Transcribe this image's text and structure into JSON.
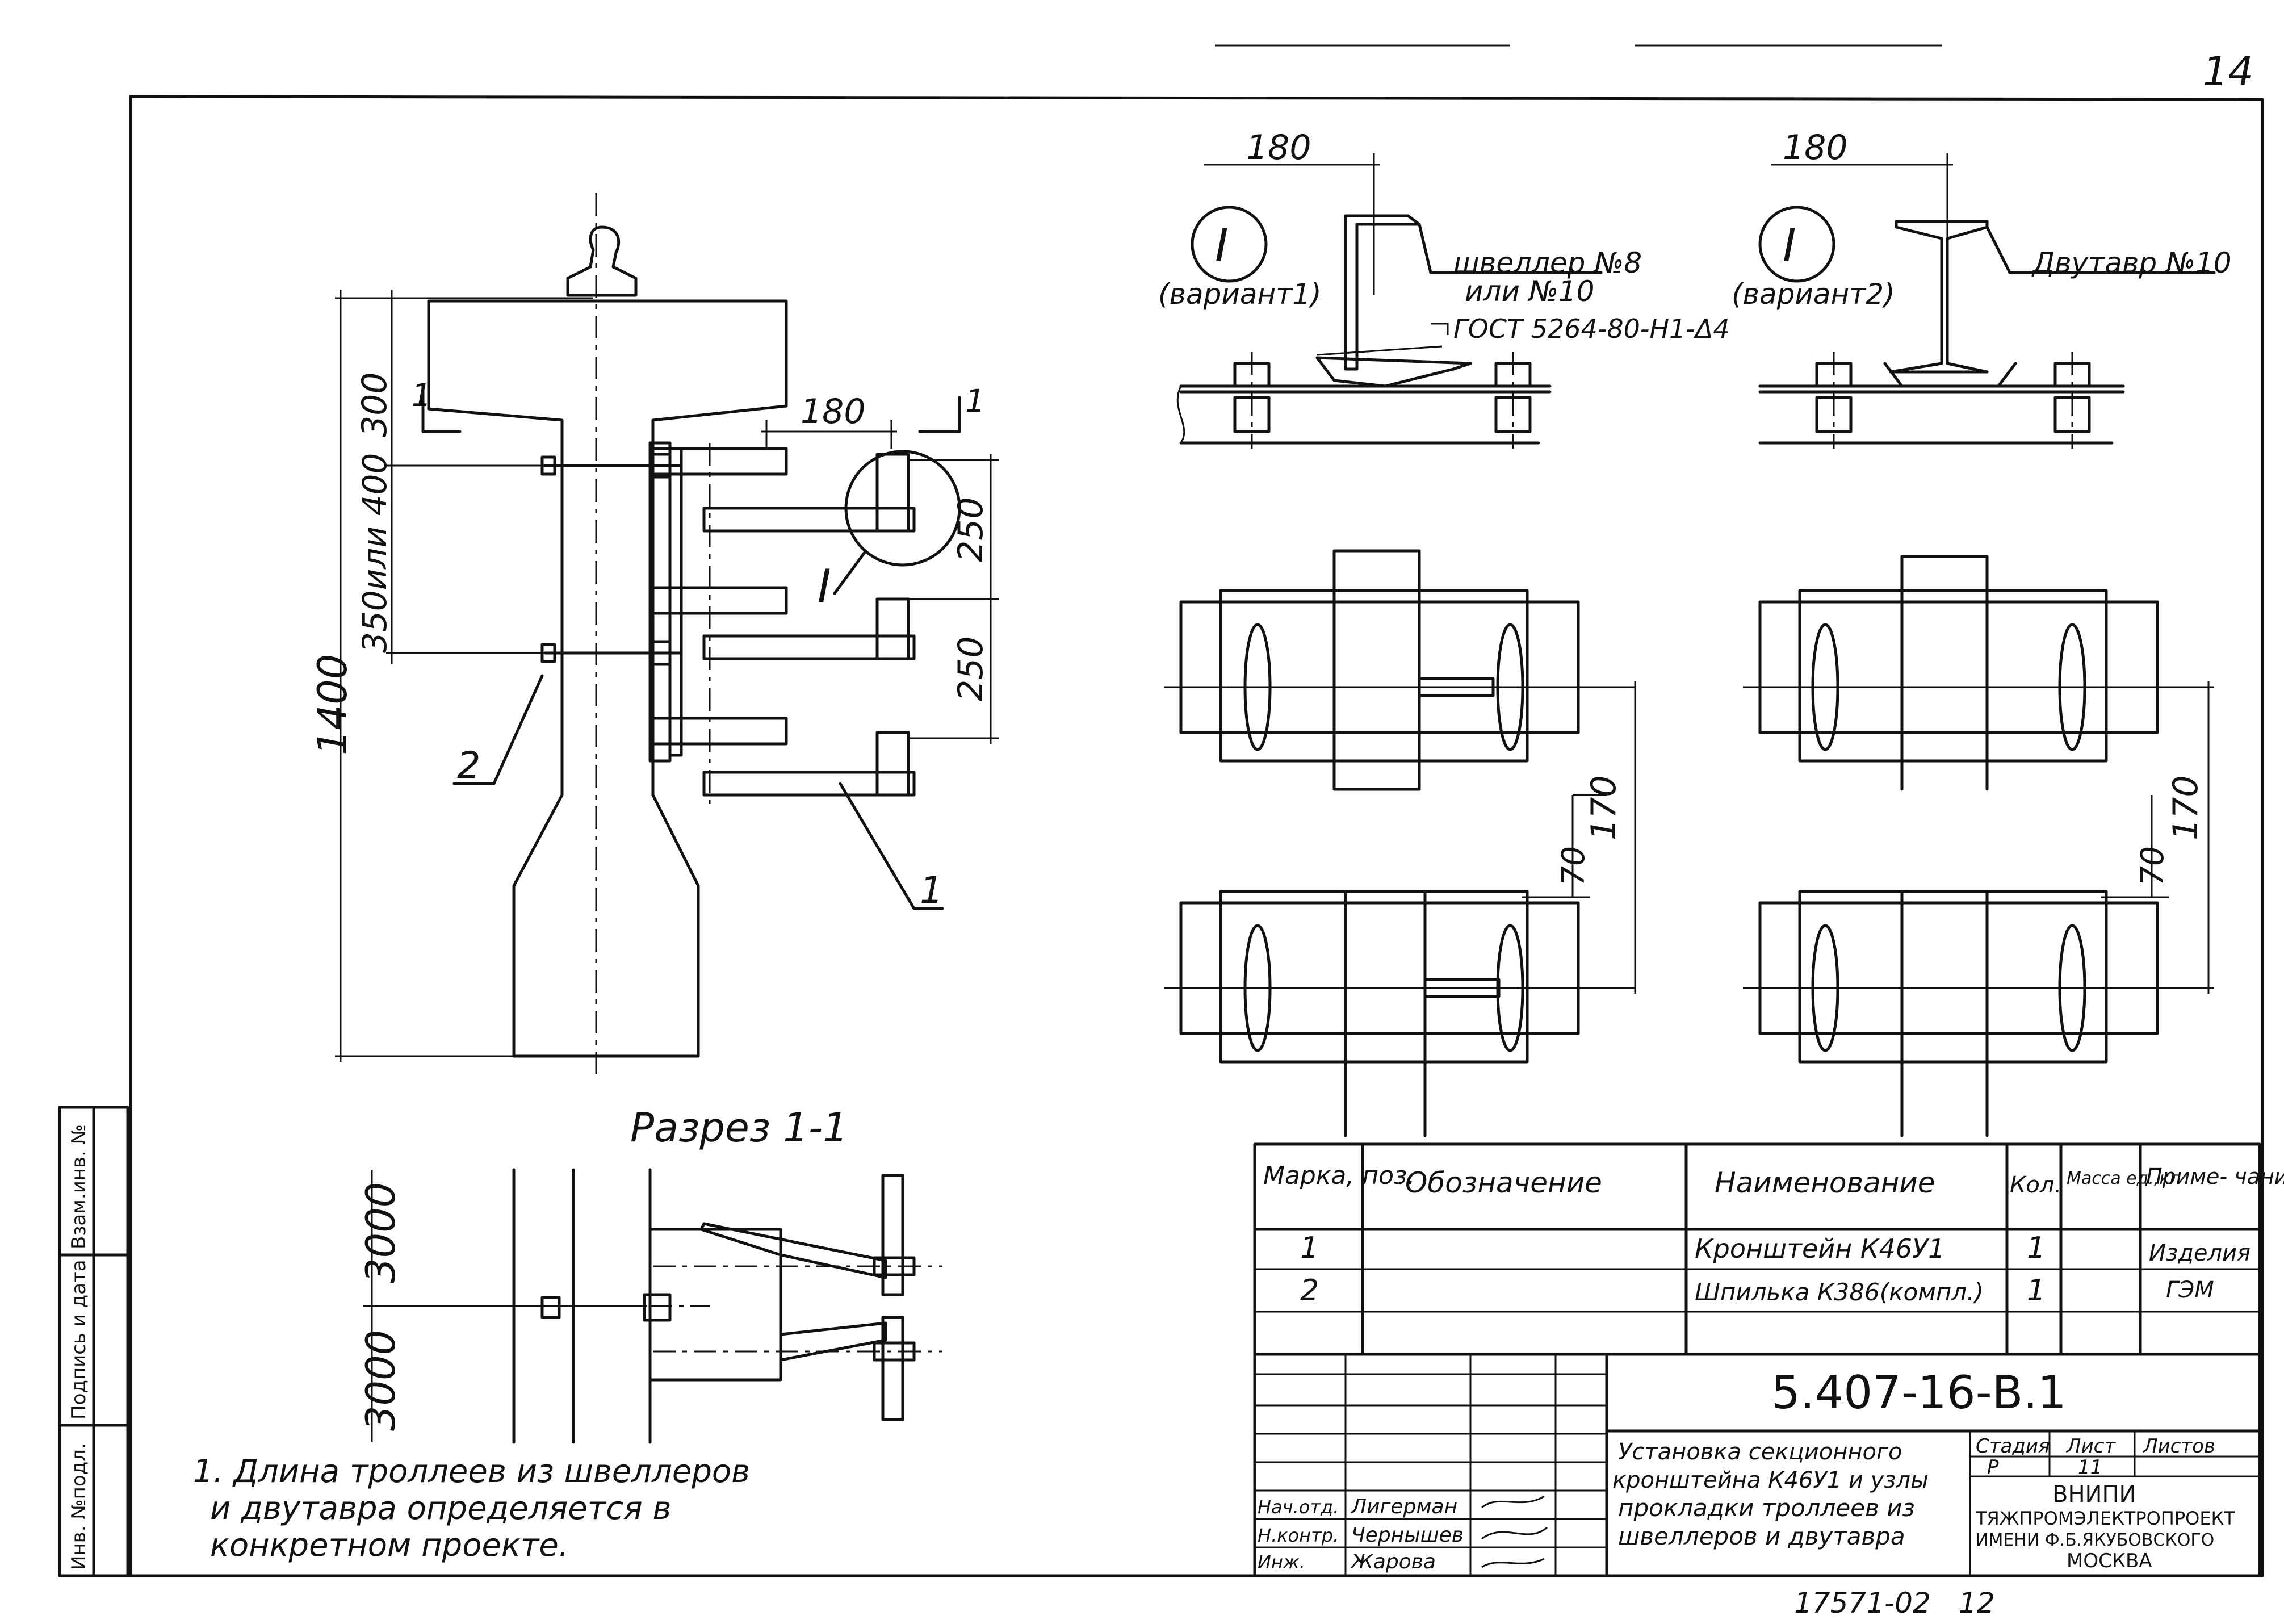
{
  "sheet": {
    "corner_mark": "14",
    "side_stamp": {
      "inv_podl": "Инв. №подл.",
      "podpis_data": "Подпись и дата",
      "vzam_inv": "Взам.инв. №"
    }
  },
  "section_main": {
    "dim_total": "1400",
    "dim_top": "300",
    "dim_bolt_spacing": "350или 400",
    "dim_offset": "180",
    "dim_spacing_1": "250",
    "dim_spacing_2": "250",
    "cut_mark_left": "1",
    "cut_mark_right": "1",
    "callout_1": "1",
    "callout_2": "2",
    "detail_mark": "I"
  },
  "section_title": "Разрез 1-1",
  "section_cut": {
    "dim_a": "3000",
    "dim_b": "3000"
  },
  "variant_1": {
    "detail": "I",
    "label": "(вариант1)",
    "dim": "180",
    "note_line1": "швеллер №8",
    "note_line2": "или №10",
    "note_line3": "ГОСТ 5264-80-Н1-Δ4"
  },
  "variant_2": {
    "detail": "I",
    "label": "(вариант2)",
    "dim": "180",
    "note_line1": "Двутавр №10"
  },
  "plan_left": {
    "dim_small": "70",
    "dim_large": "170"
  },
  "plan_right": {
    "dim_small": "70",
    "dim_large": "170"
  },
  "notes": {
    "line1": "1. Длина троллеев из швеллеров",
    "line2": "и двутавра определяется в",
    "line3": "конкретном проекте."
  },
  "spec_table": {
    "headers": {
      "mark": "Марка, поз.",
      "designation": "Обозначение",
      "name": "Наименование",
      "qty": "Кол.",
      "mass": "Масса ед.,кг",
      "note": "Приме- чание"
    },
    "rows": [
      {
        "mark": "1",
        "designation": "",
        "name": "Кронштейн К46У1",
        "qty": "1",
        "mass": "",
        "note": "Изделия"
      },
      {
        "mark": "2",
        "designation": "",
        "name": "Шпилька К386(компл.)",
        "qty": "1",
        "mass": "",
        "note": "ГЭМ"
      }
    ]
  },
  "title_block": {
    "doc_code": "5.407-16-В.1",
    "description_line1": "Установка секционного",
    "description_line2": "кронштейна К46У1 и узлы",
    "description_line3": "прокладки троллеев из",
    "description_line4": "швеллеров и двутавра",
    "stage_label": "Стадия",
    "sheet_label": "Лист",
    "sheets_label": "Листов",
    "stage": "Р",
    "sheet": "11",
    "sheets": "",
    "roles": [
      {
        "role": "Нач.отд.",
        "name": "Лигерман"
      },
      {
        "role": "Н.контр.",
        "name": "Чернышев"
      },
      {
        "role": "Инж.",
        "name": "Жарова"
      }
    ],
    "org_line1": "ВНИПИ",
    "org_line2": "ТЯЖПРОМЭЛЕКТРОПРОЕКТ",
    "org_line3": "ИМЕНИ Ф.Б.ЯКУБОВСКОГО",
    "org_line4": "МОСКВА"
  },
  "footer": {
    "archive_number": "17571-02",
    "page": "12"
  }
}
